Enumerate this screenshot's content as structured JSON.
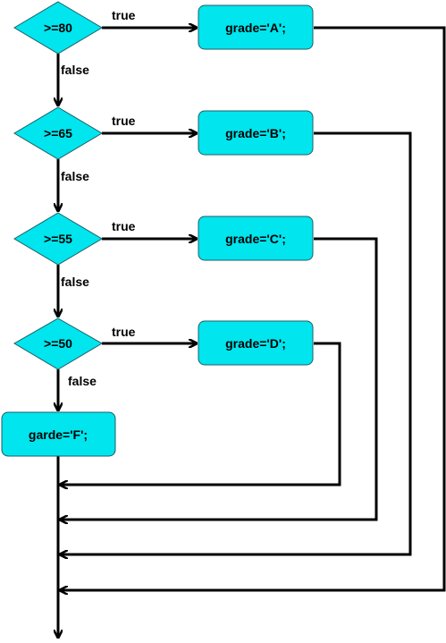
{
  "decisions": [
    {
      "label": ">=80"
    },
    {
      "label": ">=65"
    },
    {
      "label": ">=55"
    },
    {
      "label": ">=50"
    }
  ],
  "actions": [
    {
      "label": "grade='A';"
    },
    {
      "label": "grade='B';"
    },
    {
      "label": "grade='C';"
    },
    {
      "label": "grade='D';"
    }
  ],
  "fallback": {
    "label": "garde='F';"
  },
  "edge_labels": {
    "true": "true",
    "false": "false"
  },
  "colors": {
    "node_fill": "#00e5ee",
    "node_border": "#1f5e66",
    "line": "#000000"
  }
}
